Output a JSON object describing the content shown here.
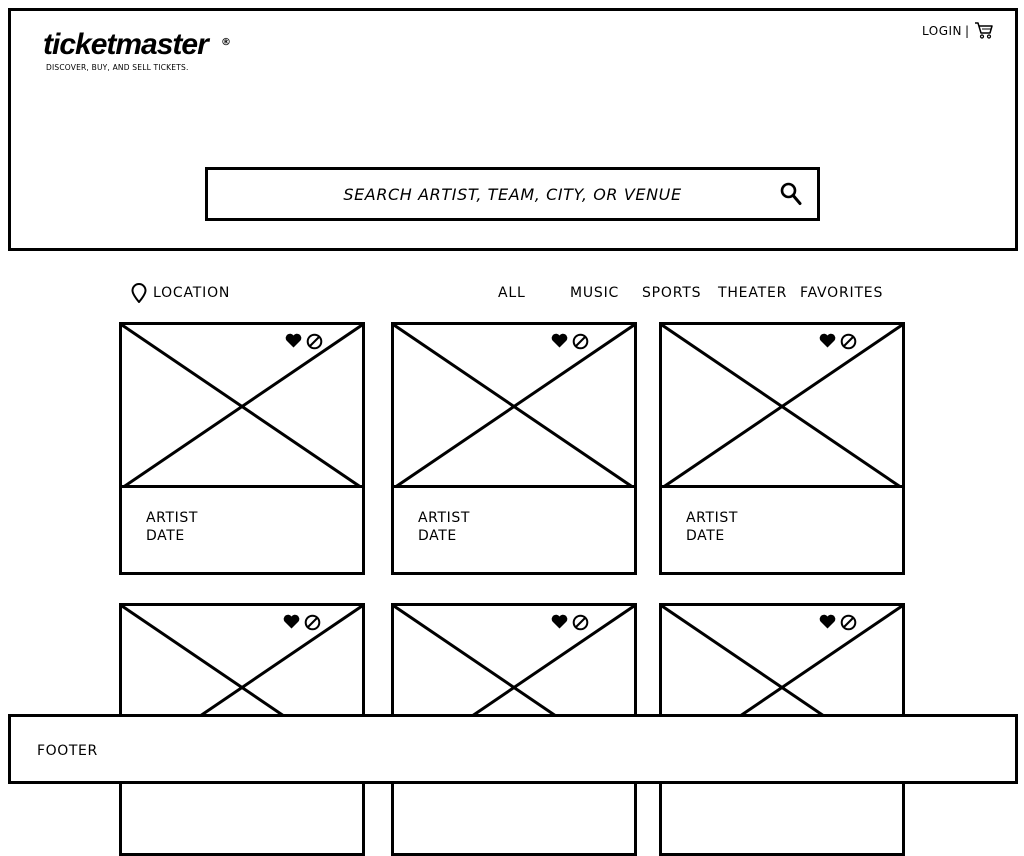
{
  "header": {
    "logo": "ticketmaster",
    "logo_mark": "®",
    "tagline": "DISCOVER, BUY, AND SELL TICKETS.",
    "login": "LOGIN",
    "separator": "|",
    "cart_icon": "cart-icon"
  },
  "search": {
    "placeholder": "SEARCH ARTIST, TEAM, CITY, OR VENUE",
    "icon": "search-icon"
  },
  "filters": {
    "location": "LOCATION",
    "categories": [
      "ALL",
      "MUSIC",
      "SPORTS",
      "THEATER",
      "FAVORITES"
    ]
  },
  "cards": [
    {
      "artist": "ARTIST",
      "date": "DATE"
    },
    {
      "artist": "ARTIST",
      "date": "DATE"
    },
    {
      "artist": "ARTIST",
      "date": "DATE"
    },
    {
      "artist": "",
      "date": ""
    },
    {
      "artist": "",
      "date": ""
    },
    {
      "artist": "",
      "date": ""
    }
  ],
  "footer": {
    "label": "FOOTER"
  }
}
